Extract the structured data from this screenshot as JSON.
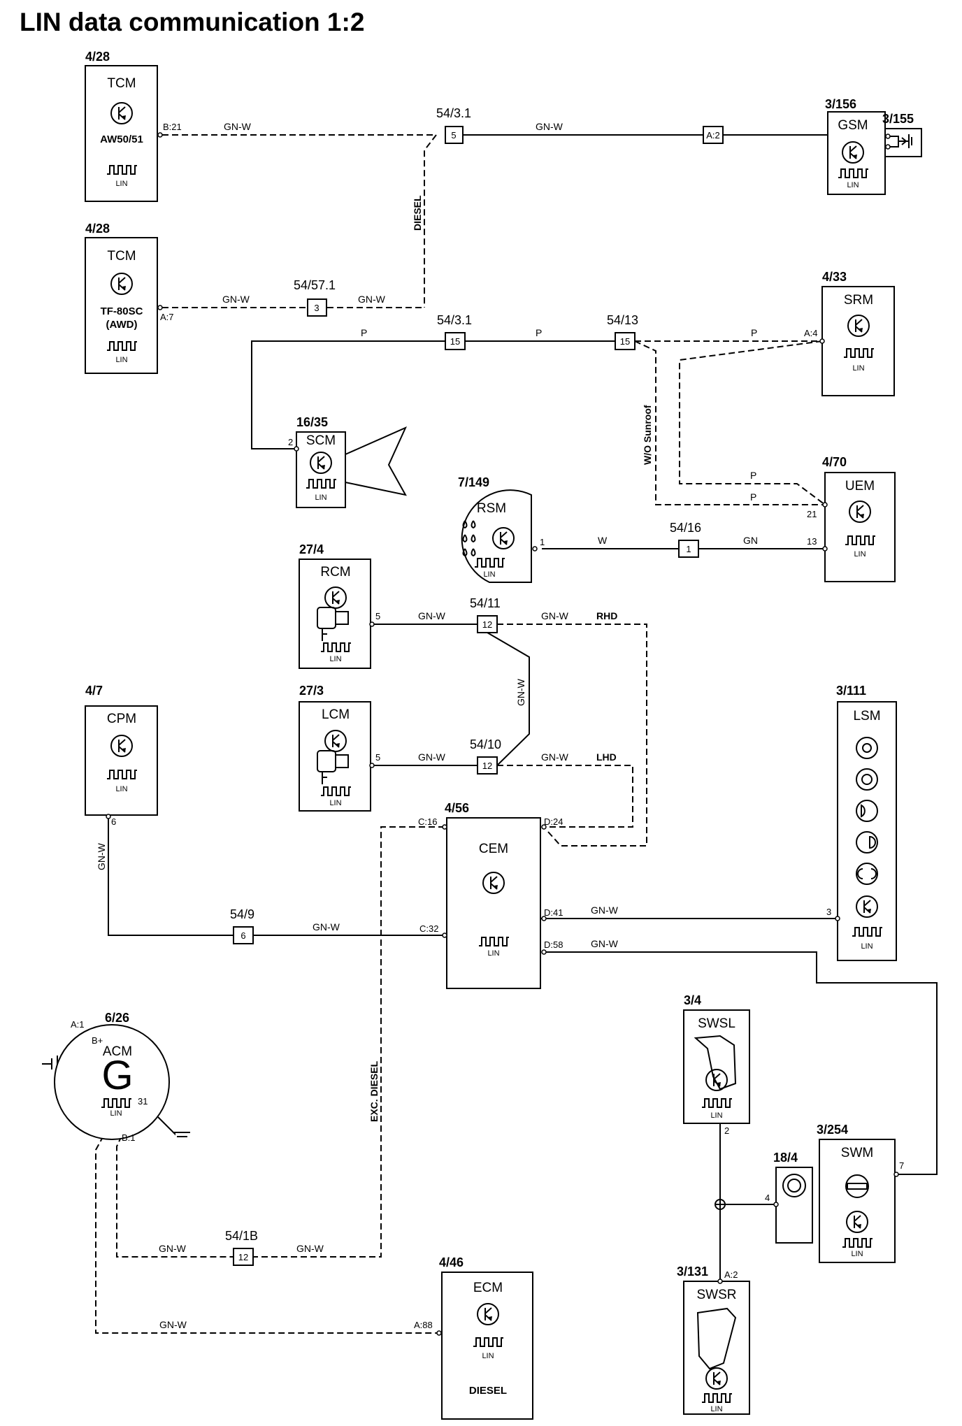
{
  "title": "LIN data communication 1:2",
  "lin_label": "LIN",
  "modules": {
    "tcm1": {
      "ref": "4/28",
      "name": "TCM",
      "variant": "AW50/51"
    },
    "tcm2": {
      "ref": "4/28",
      "name": "TCM",
      "variant1": "TF-80SC",
      "variant2": "(AWD)"
    },
    "gsm": {
      "ref": "3/156",
      "name": "GSM"
    },
    "gsm_switch": {
      "ref": "3/155"
    },
    "srm": {
      "ref": "4/33",
      "name": "SRM"
    },
    "scm": {
      "ref": "16/35",
      "name": "SCM"
    },
    "uem": {
      "ref": "4/70",
      "name": "UEM"
    },
    "rsm": {
      "ref": "7/149",
      "name": "RSM"
    },
    "rcm": {
      "ref": "27/4",
      "name": "RCM"
    },
    "lcm": {
      "ref": "27/3",
      "name": "LCM"
    },
    "cpm": {
      "ref": "4/7",
      "name": "CPM"
    },
    "cem": {
      "ref": "4/56",
      "name": "CEM"
    },
    "lsm": {
      "ref": "3/111",
      "name": "LSM"
    },
    "acm": {
      "ref": "6/26",
      "name": "ACM",
      "symbol": "G"
    },
    "swsl": {
      "ref": "3/4",
      "name": "SWSL"
    },
    "swm": {
      "ref": "3/254",
      "name": "SWM"
    },
    "clock_spring": {
      "ref": "18/4"
    },
    "swsr": {
      "ref": "3/131",
      "name": "SWSR"
    },
    "ecm": {
      "ref": "4/46",
      "name": "ECM",
      "note": "DIESEL"
    }
  },
  "connectors": {
    "c1": {
      "ref": "54/3.1",
      "pin": "5"
    },
    "c2": {
      "ref": "54/57.1",
      "pin": "3"
    },
    "c3": {
      "ref": "54/3.1",
      "pin": "15"
    },
    "c4": {
      "ref": "54/13",
      "pin": "15"
    },
    "c5": {
      "ref": "54/16",
      "pin": "1"
    },
    "c6": {
      "ref": "54/11",
      "pin": "12"
    },
    "c7": {
      "ref": "54/10",
      "pin": "12"
    },
    "c8": {
      "ref": "54/9",
      "pin": "6"
    },
    "c9": {
      "ref": "54/1B",
      "pin": "12"
    },
    "c10": {
      "pin": "A:2"
    }
  },
  "wire_labels": {
    "gnw": "GN-W",
    "p": "P",
    "w": "W",
    "gn": "GN"
  },
  "pins": {
    "tcm1": "B:21",
    "tcm2": "A:7",
    "srm": "A:4",
    "scm": "2",
    "uem1": "21",
    "uem2": "13",
    "rsm": "1",
    "rcm": "5",
    "lcm": "5",
    "cpm": "6",
    "cem_c16": "C:16",
    "cem_d24": "D:24",
    "cem_c32": "C:32",
    "cem_d41": "D:41",
    "cem_d58": "D:58",
    "lsm": "3",
    "acm_a1": "A:1",
    "acm_bplus": "B+",
    "acm_b1": "B:1",
    "acm_31": "31",
    "swsl": "2",
    "swm": "7",
    "clock": "4",
    "swsr": "A:2",
    "ecm": "A:88"
  },
  "variant_labels": {
    "diesel": "DIESEL",
    "wo_sunroof": "W/O Sunroof",
    "rhd": "RHD",
    "lhd": "LHD",
    "exc_diesel": "EXC. DIESEL"
  }
}
